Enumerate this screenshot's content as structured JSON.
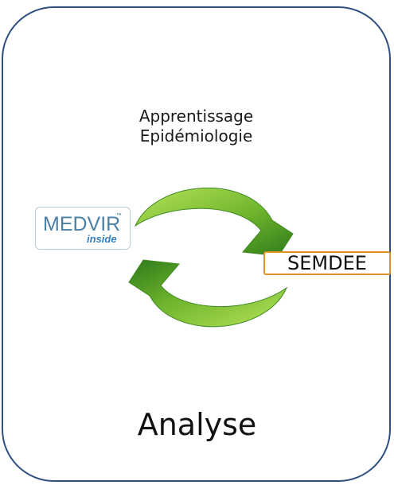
{
  "card": {
    "line1": "Apprentissage",
    "line2": "Epidémiologie",
    "bottom_label": "Analyse"
  },
  "logo": {
    "name": "MEDVIR",
    "tm": "™",
    "tagline": "inside"
  },
  "tag": {
    "label": "SEMDEE"
  },
  "colors": {
    "border": "#2f4f7f",
    "arrow_light": "#a6d94f",
    "arrow_dark": "#2f7d1e",
    "tag_border": "#e0922d",
    "logo_text": "#4a7fa6"
  },
  "icons": [
    "cycle-arrows-icon"
  ]
}
